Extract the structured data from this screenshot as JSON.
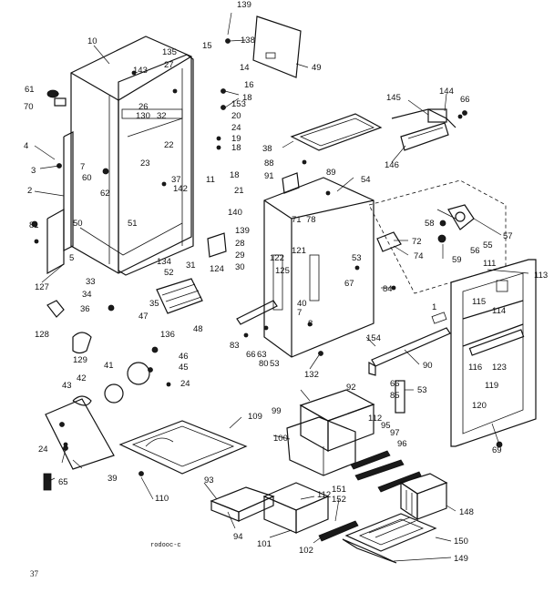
{
  "diagram": {
    "drawing_code": "rodooc-c",
    "page_number": "37",
    "part_labels": [
      "139",
      "138",
      "49",
      "10",
      "135",
      "27",
      "15",
      "143",
      "14",
      "16",
      "61",
      "70",
      "18",
      "26",
      "130",
      "32",
      "153",
      "20",
      "22",
      "145",
      "144",
      "66",
      "24",
      "19",
      "4",
      "23",
      "18",
      "38",
      "146",
      "3",
      "7",
      "37",
      "18",
      "88",
      "89",
      "91",
      "142",
      "11",
      "2",
      "60",
      "62",
      "21",
      "140",
      "54",
      "50",
      "81",
      "51",
      "139",
      "71",
      "78",
      "58",
      "57",
      "28",
      "72",
      "29",
      "121",
      "55",
      "5",
      "124",
      "33",
      "134",
      "31",
      "74",
      "56",
      "59",
      "111",
      "30",
      "125",
      "34",
      "52",
      "53",
      "113",
      "127",
      "35",
      "67",
      "84",
      "115",
      "36",
      "47",
      "48",
      "122",
      "114",
      "128",
      "40",
      "7",
      "136",
      "8",
      "154",
      "1",
      "46",
      "83",
      "66",
      "63",
      "123",
      "129",
      "45",
      "80",
      "53",
      "90",
      "116",
      "41",
      "24",
      "132",
      "42",
      "43",
      "66",
      "85",
      "53",
      "119",
      "99",
      "92",
      "120",
      "109",
      "112",
      "95",
      "97",
      "100",
      "69",
      "24",
      "96",
      "39",
      "65",
      "110",
      "93",
      "112",
      "151",
      "152",
      "148",
      "94",
      "101",
      "102",
      "150",
      "149"
    ]
  }
}
